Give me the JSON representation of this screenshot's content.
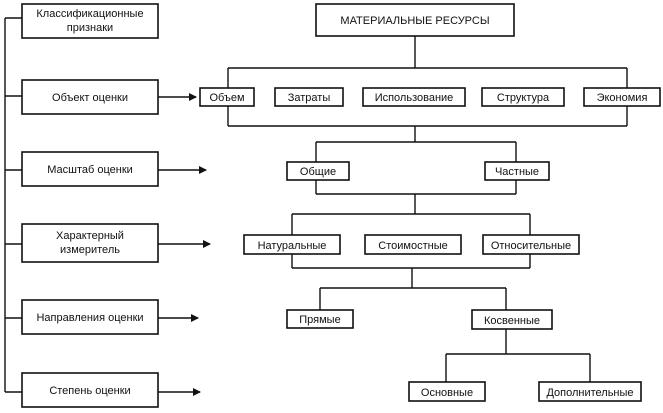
{
  "criteria": {
    "header": [
      "Классификационные",
      "признаки"
    ],
    "items": [
      {
        "id": "object",
        "lines": [
          "Объект оценки"
        ]
      },
      {
        "id": "scale",
        "lines": [
          "Масштаб оценки"
        ]
      },
      {
        "id": "measure",
        "lines": [
          "Характерный",
          "измеритель"
        ]
      },
      {
        "id": "direction",
        "lines": [
          "Направления оценки"
        ]
      },
      {
        "id": "degree",
        "lines": [
          "Степень оценки"
        ]
      }
    ]
  },
  "tree": {
    "root": "МАТЕРИАЛЬНЫЕ РЕСУРСЫ",
    "object": [
      "Объем",
      "Затраты",
      "Использование",
      "Структура",
      "Экономия"
    ],
    "scale": [
      "Общие",
      "Частные"
    ],
    "measure": [
      "Натуральные",
      "Стоимостные",
      "Относительные"
    ],
    "direction": [
      "Прямые",
      "Косвенные"
    ],
    "degree": [
      "Основные",
      "Дополнительные"
    ]
  }
}
